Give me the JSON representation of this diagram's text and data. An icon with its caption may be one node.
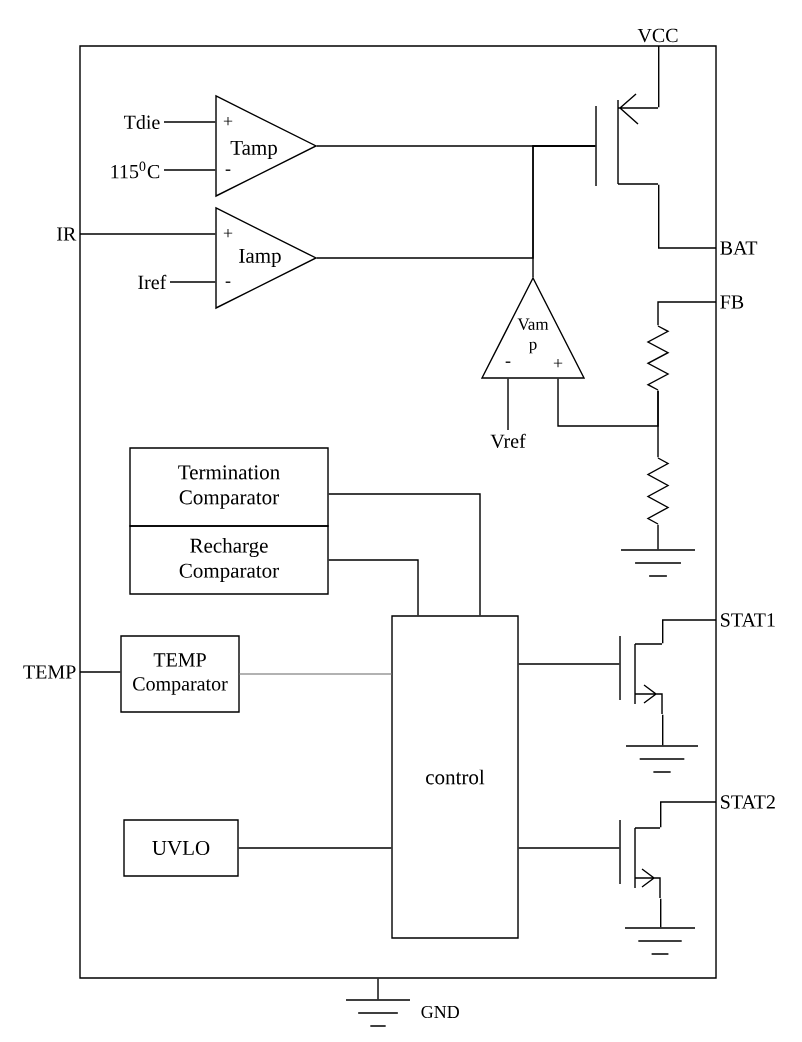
{
  "diagram": {
    "nodes": [
      {
        "text": [],
        "shape": "box"
      },
      {
        "text": [
          "VCC"
        ]
      },
      {
        "text": [
          "Tdie"
        ],
        "in": 0
      },
      {
        "text": [
          "+",
          "Tamp",
          "-"
        ],
        "in": 0
      },
      {
        "text": [],
        "shape": "transistor",
        "in": 0
      },
      {
        "text": [
          "115$^{0}$C"
        ],
        "in": 0
      },
      {
        "text": [
          "IR"
        ]
      },
      {
        "text": [
          "+",
          "Iamp",
          "-"
        ],
        "in": 0
      },
      {
        "text": [
          "Iref"
        ],
        "in": 0
      },
      {
        "text": [
          "BAT"
        ]
      },
      {
        "text": [
          "FB"
        ]
      },
      {
        "text": [
          "Vam p",
          "-",
          "+"
        ],
        "in": 0
      },
      {
        "text": [],
        "shape": "resistor",
        "in": 0
      },
      {
        "text": [
          "Vref"
        ],
        "in": 0
      },
      {
        "text": [
          "Termination Comparator"
        ],
        "in": 0
      },
      {
        "text": [],
        "shape": "resistor",
        "in": 0
      },
      {
        "text": [
          "Recharge Comparator"
        ],
        "in": 0
      },
      {
        "text": [],
        "shape": "ground",
        "in": 0
      },
      {
        "text": [
          "STAT1"
        ]
      },
      {
        "text": [
          "control"
        ],
        "in": 0
      },
      {
        "text": [
          "TEMP"
        ]
      },
      {
        "text": [
          "TEMP Comparator"
        ],
        "in": 0
      },
      {
        "text": [],
        "shape": "transistor",
        "in": 0
      },
      {
        "text": [],
        "shape": "ground",
        "in": 0
      },
      {
        "text": [
          "STAT2"
        ]
      },
      {
        "text": [
          "UVLO"
        ],
        "in": 0
      },
      {
        "text": [],
        "shape": "transistor",
        "in": 0
      },
      {
        "text": [],
        "shape": "ground",
        "in": 0
      },
      {
        "text": [],
        "shape": "ground",
        "beside": [
          "GND"
        ]
      }
    ],
    "edges": [
      {
        "from": 1,
        "to": 4,
        "arrow": "none"
      },
      {
        "from": 2,
        "to": 3,
        "arrow": "none"
      },
      {
        "from": 5,
        "to": 3,
        "arrow": "none"
      },
      {
        "from": 3,
        "to": 4,
        "arrow": "none"
      },
      {
        "from": 4,
        "to": 9,
        "arrow": "none"
      },
      {
        "from": 6,
        "to": 7,
        "arrow": "none"
      },
      {
        "from": 8,
        "to": 7,
        "arrow": "none"
      },
      {
        "from": 7,
        "to": 4,
        "arrow": "none"
      },
      {
        "from": 11,
        "to": 4,
        "arrow": "none"
      },
      {
        "from": 10,
        "to": 12,
        "arrow": "none"
      },
      {
        "from": 12,
        "to": 15,
        "arrow": "none"
      },
      {
        "from": 12,
        "to": 11,
        "arrow": "none"
      },
      {
        "from": 13,
        "to": 11,
        "arrow": "none"
      },
      {
        "from": 15,
        "to": 17,
        "arrow": "none"
      },
      {
        "from": 14,
        "to": 19,
        "arrow": "none"
      },
      {
        "from": 16,
        "to": 19,
        "arrow": "none"
      },
      {
        "from": 20,
        "to": 21,
        "arrow": "none"
      },
      {
        "from": 21,
        "to": 19,
        "arrow": "none",
        "color": "#999999"
      },
      {
        "from": 25,
        "to": 19,
        "arrow": "none"
      },
      {
        "from": 19,
        "to": 22,
        "arrow": "none"
      },
      {
        "from": 22,
        "to": 18,
        "arrow": "none"
      },
      {
        "from": 22,
        "to": 23,
        "arrow": "none"
      },
      {
        "from": 19,
        "to": 26,
        "arrow": "none"
      },
      {
        "from": 26,
        "to": 24,
        "arrow": "none"
      },
      {
        "from": 26,
        "to": 27,
        "arrow": "none"
      },
      {
        "from": 0,
        "to": 28,
        "arrow": "none"
      }
    ]
  }
}
